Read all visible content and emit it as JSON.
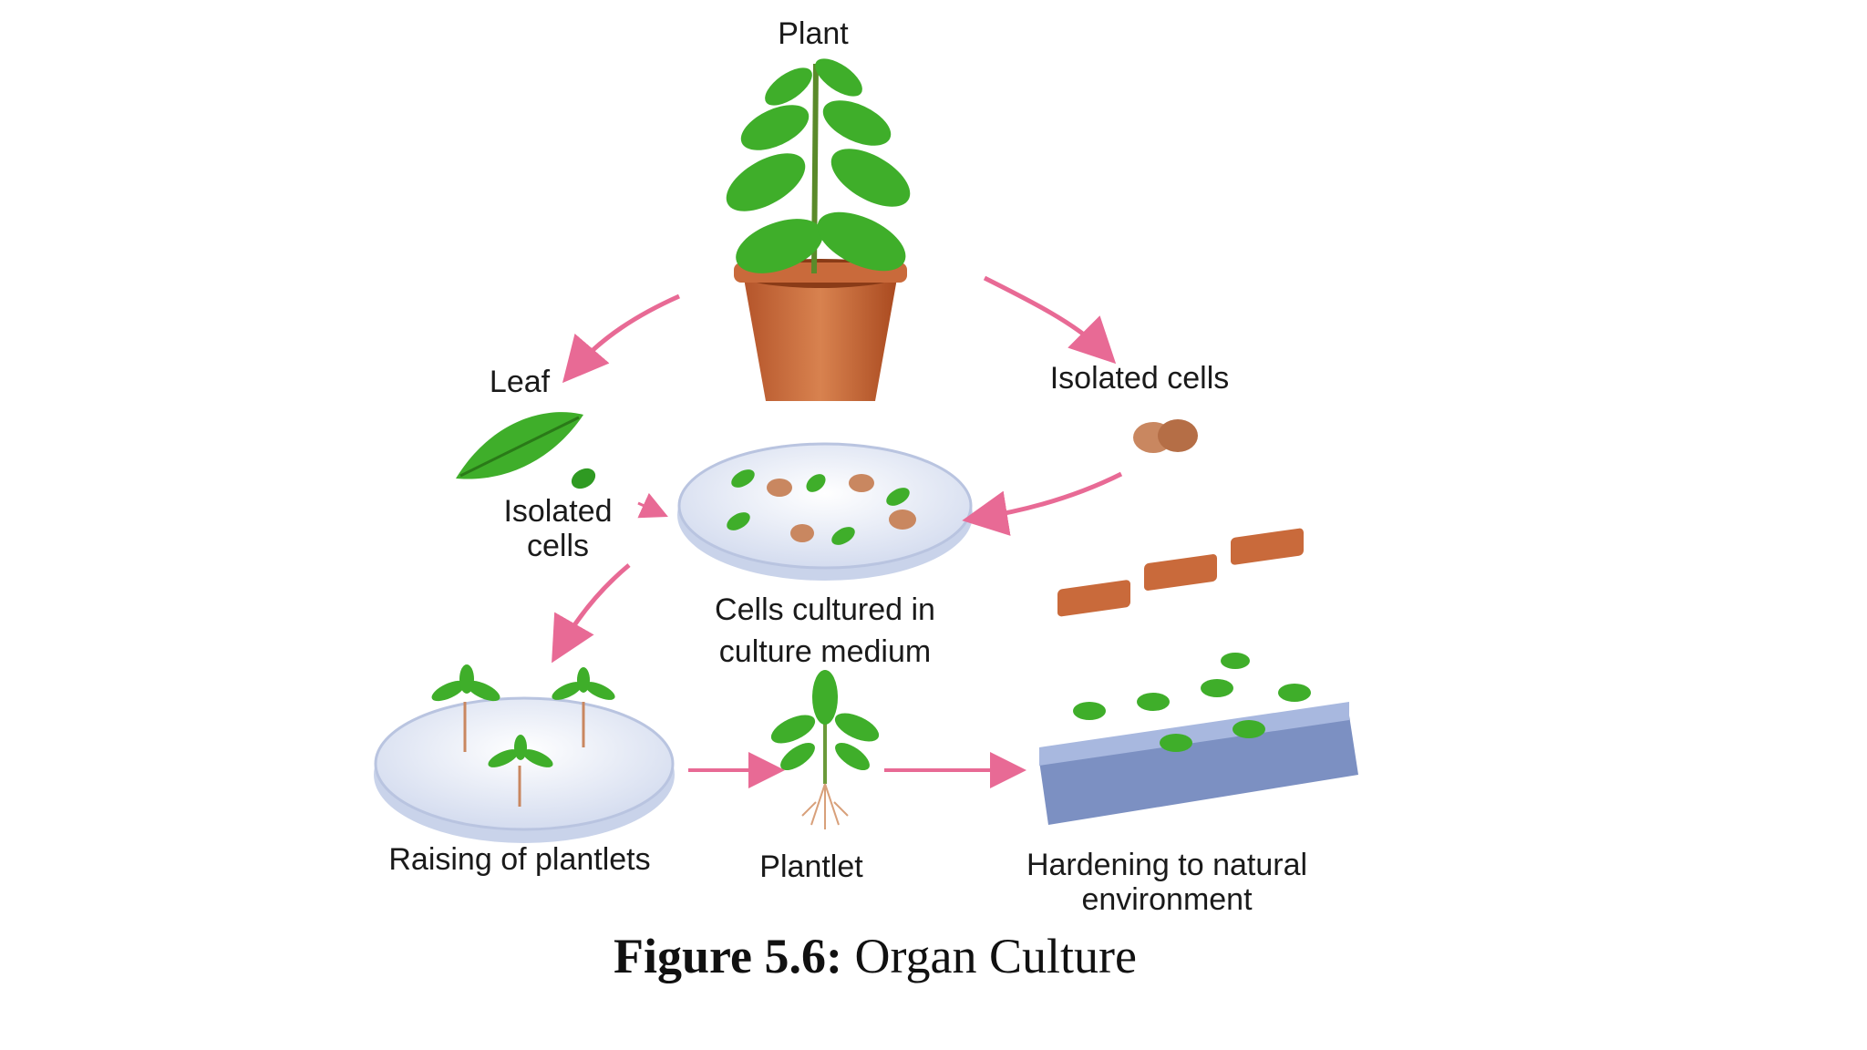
{
  "labels": {
    "plant": "Plant",
    "leaf": "Leaf",
    "isolated_cells_right": "Isolated cells",
    "isolated_cells_left_line1": "Isolated",
    "isolated_cells_left_line2": "cells",
    "cells_cultured_line1": "Cells cultured in",
    "cells_cultured_line2": "culture medium",
    "raising": "Raising of plantlets",
    "plantlet": "Plantlet",
    "hardening_line1": "Hardening to natural",
    "hardening_line2": "environment"
  },
  "caption": {
    "number": "Figure 5.6:",
    "title": "Organ Culture"
  },
  "colors": {
    "arrow": "#e86a95",
    "leaf": "#3fae2a",
    "pot": "#c9683a",
    "dish": "#dfe6f3",
    "tray": "#8ea3cf"
  }
}
